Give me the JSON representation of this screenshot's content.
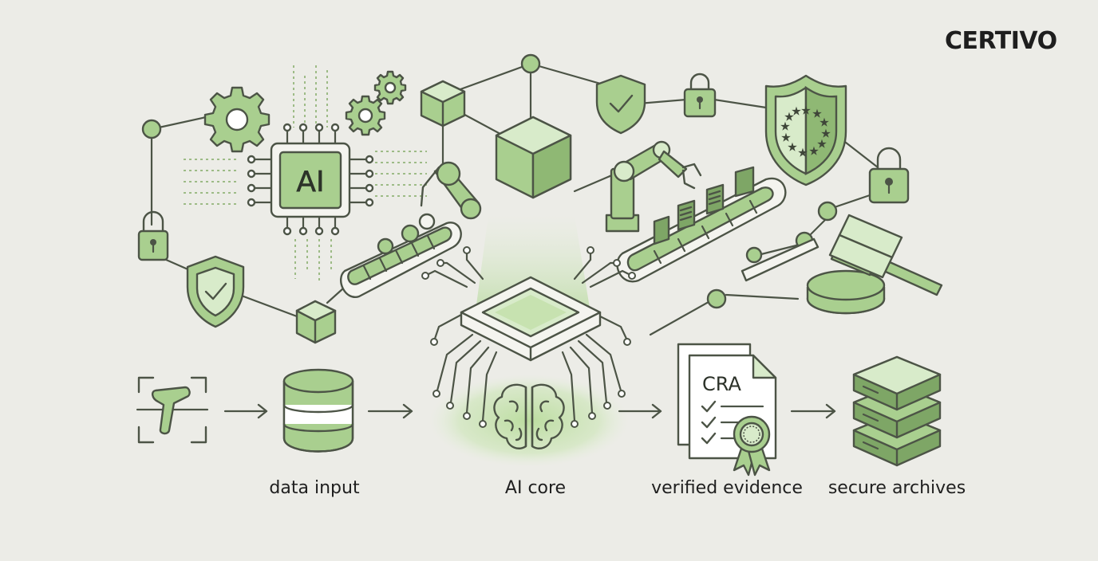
{
  "brand": {
    "name": "CERTIVO"
  },
  "chip": {
    "label": "AI"
  },
  "document": {
    "title": "CRA"
  },
  "pipeline": [
    {
      "id": "data-input",
      "label": "data input"
    },
    {
      "id": "ai-core",
      "label": "AI core"
    },
    {
      "id": "verified-evidence",
      "label": "verified evidence"
    },
    {
      "id": "secure-archives",
      "label": "secure archives"
    }
  ],
  "colors": {
    "background": "#ecece7",
    "accent": "#a9cf8f",
    "accent_light": "#d8ebca",
    "accent_dark": "#7ea666",
    "outline": "#4c5446"
  },
  "icons": [
    "gear-icon",
    "padlock-icon",
    "shield-check-icon",
    "eu-shield-icon",
    "cube-icon",
    "robot-arm-icon",
    "conveyor-belt-icon",
    "gavel-icon",
    "barcode-scanner-icon",
    "database-icon",
    "brain-icon",
    "certificate-icon",
    "server-icon"
  ]
}
